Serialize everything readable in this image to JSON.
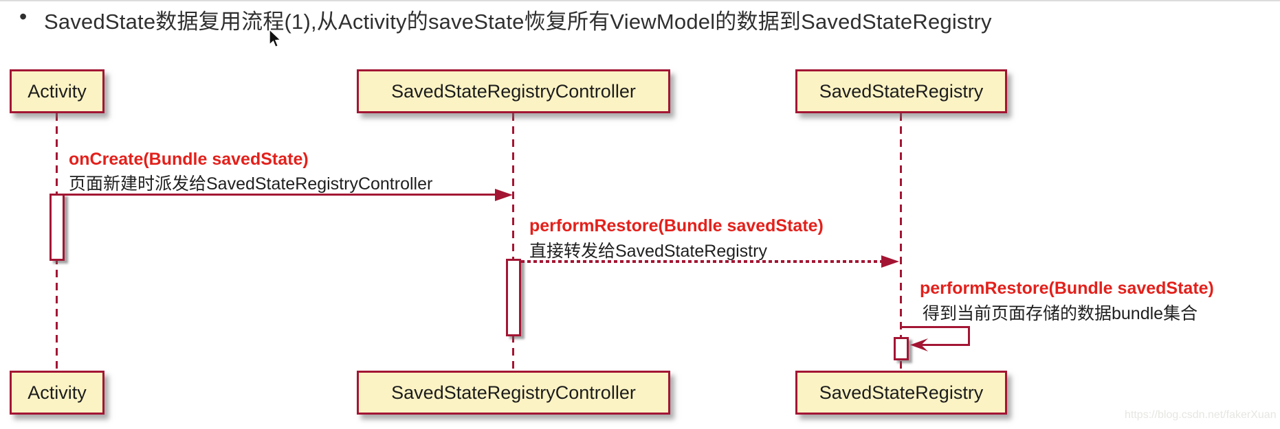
{
  "title": {
    "bullet": "•",
    "text": "SavedState数据复用流程(1),从Activity的saveState恢复所有ViewModel的数据到SavedStateRegistry"
  },
  "participants": [
    {
      "name": "Activity"
    },
    {
      "name": "SavedStateRegistryController"
    },
    {
      "name": "SavedStateRegistry"
    }
  ],
  "messages": [
    {
      "method": "onCreate(Bundle savedState)",
      "note": "页面新建时派发给SavedStateRegistryController",
      "from": "Activity",
      "to": "SavedStateRegistryController",
      "style": "solid"
    },
    {
      "method": "performRestore(Bundle savedState)",
      "note": "直接转发给SavedStateRegistry",
      "from": "SavedStateRegistryController",
      "to": "SavedStateRegistry",
      "style": "dotted"
    },
    {
      "method": "performRestore(Bundle savedState)",
      "note": "得到当前页面存储的数据bundle集合",
      "from": "SavedStateRegistry",
      "to": "SavedStateRegistry",
      "style": "self-loop"
    }
  ],
  "watermark": "https://blog.csdn.net/fakerXuan",
  "colors": {
    "diagram_accent": "#A31533",
    "box_fill": "#FBF3C4",
    "method_text": "#E3201B",
    "note_text": "#1f1f1f",
    "title_text": "#2f2f2f",
    "watermark_text": "#e6e6e2"
  }
}
